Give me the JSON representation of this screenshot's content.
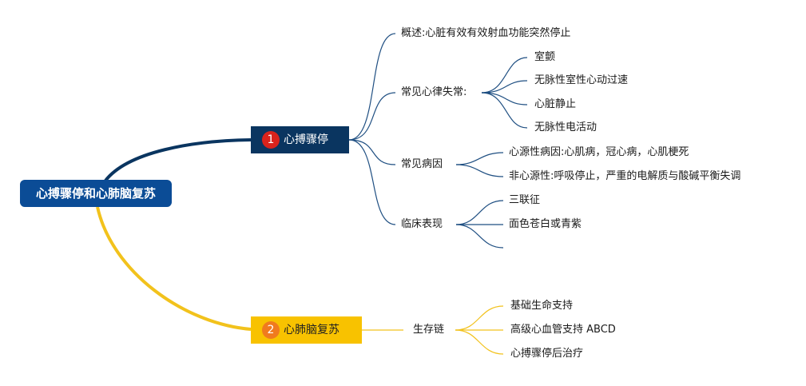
{
  "colors": {
    "root_fill": "#0b4c96",
    "branch1_fill": "#0a3560",
    "branch2_fill": "#f8c200",
    "branch1_line": "#1f4f82",
    "branch2_line": "#f2c21c",
    "badge1": "#d9231c",
    "badge2": "#f07b1e"
  },
  "root": {
    "label": "心搏骤停和心肺脑复苏"
  },
  "branch1": {
    "number": "1",
    "label": "心搏骤停",
    "overview": "概述:心脏有效有效射血功能突然停止",
    "arrhythmia": {
      "label": "常见心律失常:",
      "items": [
        "室颤",
        "无脉性室性心动过速",
        "心脏静止",
        "无脉性电活动"
      ]
    },
    "causes": {
      "label": "常见病因",
      "items": [
        "心源性病因:心肌病，冠心病，心肌梗死",
        "非心源性:呼吸停止，严重的电解质与酸碱平衡失调"
      ]
    },
    "clinical": {
      "label": "临床表现",
      "items": [
        "三联征",
        "面色苍白或青紫",
        ""
      ]
    }
  },
  "branch2": {
    "number": "2",
    "label": "心肺脑复苏",
    "chain": {
      "label": "生存链",
      "items": [
        "基础生命支持",
        "高级心血管支持 ABCD",
        "心搏骤停后治疗"
      ]
    }
  }
}
